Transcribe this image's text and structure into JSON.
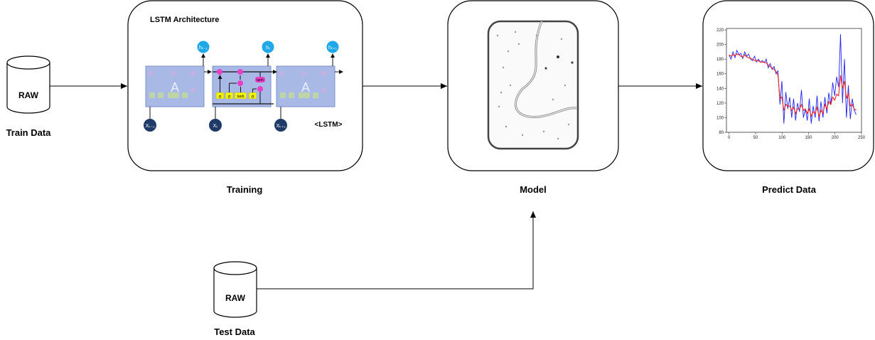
{
  "train_db": {
    "label": "RAW",
    "caption": "Train Data"
  },
  "test_db": {
    "label": "RAW",
    "caption": "Test Data"
  },
  "training": {
    "title": "LSTM Architecture",
    "caption": "Training",
    "tag": "<LSTM>",
    "cell_letter": "A",
    "outputs": [
      "hₜ₋₁",
      "hₜ",
      "hₜ₊₁"
    ],
    "inputs": [
      "Xₜ₋₁",
      "Xₜ",
      "Xₜ₊₁"
    ],
    "gates": [
      "σ",
      "σ",
      "tanh",
      "σ"
    ],
    "tanh_label": "tanh"
  },
  "model": {
    "caption": "Model"
  },
  "predict": {
    "caption": "Predict Data"
  },
  "colors": {
    "actual": "#2222ee",
    "predicted": "#ee2222",
    "lstm_cell": "#a9b9e6",
    "gate": "#f2f200",
    "pointwise": "#e83ec8",
    "hidden": "#1fa8e8",
    "input": "#1f3a66"
  },
  "chart_data": {
    "type": "line",
    "x_ticks": [
      0,
      50,
      100,
      150,
      200,
      250
    ],
    "y_ticks": [
      80,
      100,
      120,
      140,
      160,
      180,
      200,
      220
    ],
    "xlim": [
      -5,
      250
    ],
    "ylim": [
      80,
      222
    ],
    "series": [
      {
        "color": "#2222ee",
        "values": [
          185,
          180,
          190,
          182,
          192,
          186,
          188,
          181,
          190,
          184,
          187,
          180,
          178,
          184,
          176,
          180,
          176,
          178,
          175,
          180,
          168,
          174,
          166,
          170,
          160,
          164,
          118,
          150,
          92,
          135,
          112,
          128,
          100,
          126,
          96,
          120,
          108,
          138,
          100,
          112,
          96,
          126,
          92,
          116,
          100,
          130,
          95,
          122,
          100,
          128,
          106,
          134,
          118,
          148,
          130,
          156,
          142,
          214,
          120,
          180,
          100,
          144,
          98,
          126,
          110,
          104
        ]
      },
      {
        "color": "#ee2222",
        "values": [
          186,
          184,
          186,
          185,
          187,
          186,
          184,
          183,
          186,
          183,
          182,
          181,
          180,
          178,
          178,
          178,
          176,
          176,
          176,
          175,
          172,
          170,
          168,
          166,
          163,
          158,
          126,
          128,
          110,
          118,
          116,
          116,
          110,
          114,
          106,
          112,
          112,
          118,
          110,
          112,
          106,
          112,
          102,
          108,
          106,
          114,
          102,
          110,
          106,
          118,
          112,
          122,
          118,
          128,
          124,
          132,
          130,
          158,
          140,
          150,
          126,
          134,
          116,
          118,
          112,
          110
        ]
      }
    ]
  }
}
